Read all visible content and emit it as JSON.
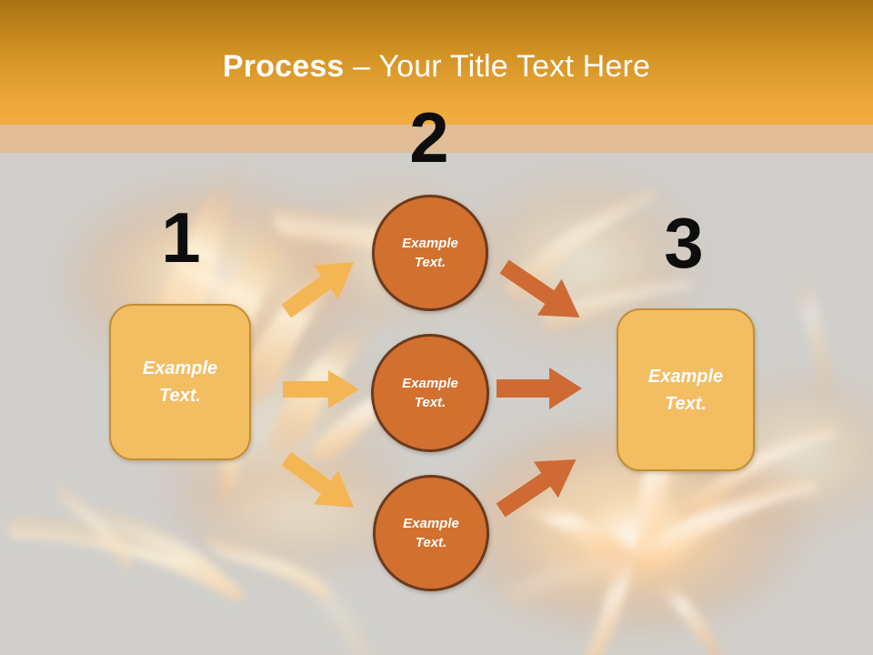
{
  "slide": {
    "title_bold": "Process",
    "title_rest": " – Your Title Text Here",
    "background_color": "#d0cfcb",
    "header_gradient_top": "#a97113",
    "header_gradient_bottom": "#f1ad40",
    "header_sub_band_color": "#e1bd97"
  },
  "steps": [
    {
      "number": "1",
      "name": "step-one"
    },
    {
      "number": "2",
      "name": "step-two"
    },
    {
      "number": "3",
      "name": "step-three"
    }
  ],
  "nodes": {
    "start_box": {
      "line1": "Example",
      "line2": "Text.",
      "fill": "#f3bd62",
      "stroke": "#c08e34"
    },
    "end_box": {
      "line1": "Example",
      "line2": "Text.",
      "fill": "#f3bd62",
      "stroke": "#c08e34"
    },
    "circle_top": {
      "line1": "Example",
      "line2": "Text.",
      "fill": "#d2702f",
      "stroke": "#6b3a1d"
    },
    "circle_middle": {
      "line1": "Example",
      "line2": "Text.",
      "fill": "#d2702f",
      "stroke": "#6b3a1d"
    },
    "circle_bottom": {
      "line1": "Example",
      "line2": "Text.",
      "fill": "#d2702f",
      "stroke": "#6b3a1d"
    }
  },
  "arrows": {
    "left_color": "#f4b554",
    "right_color": "#cf6a34",
    "items": [
      {
        "name": "arrow-start-to-top",
        "direction": "up-right",
        "color": "#f4b554"
      },
      {
        "name": "arrow-start-to-middle",
        "direction": "right",
        "color": "#f4b554"
      },
      {
        "name": "arrow-start-to-bottom",
        "direction": "down-right",
        "color": "#f4b554"
      },
      {
        "name": "arrow-top-to-end",
        "direction": "down-right",
        "color": "#cf6a34"
      },
      {
        "name": "arrow-middle-to-end",
        "direction": "right",
        "color": "#cf6a34"
      },
      {
        "name": "arrow-bottom-to-end",
        "direction": "up-right",
        "color": "#cf6a34"
      }
    ]
  },
  "decor": {
    "flame_background": "fire-flames-decorative-background"
  }
}
